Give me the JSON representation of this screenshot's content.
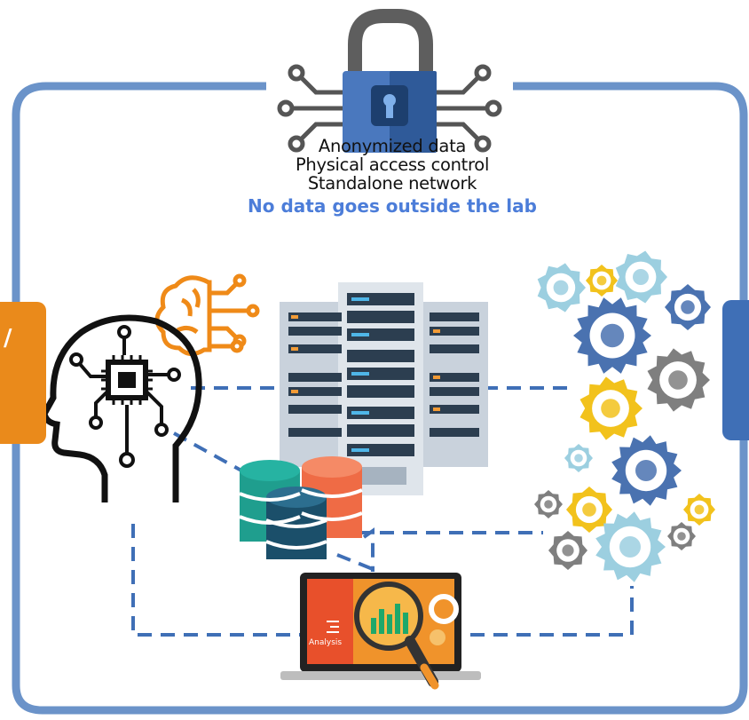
{
  "caption": {
    "lines": [
      "Anonymized data",
      "Physical access control",
      "Standalone network"
    ],
    "emphasis": "No data goes outside the lab"
  },
  "laptop": {
    "label": "Analysis"
  },
  "left_tab": {
    "glyph": "/"
  },
  "colors": {
    "frame": "#6b93c9",
    "dash": "#3f6fb6",
    "orange": "#ea8a1b",
    "blue_tab": "#3f6fb6",
    "emphasis": "#4c7dd9",
    "gear_blue": "#4a72b0",
    "gear_light": "#9ccfe0",
    "gear_yellow": "#f2c21c",
    "gear_gray": "#7f7f7f"
  },
  "icons": [
    "lock-circuit-icon",
    "brain-circuit-icon",
    "ai-head-icon",
    "server-rack-icon",
    "database-icon",
    "analysis-laptop-icon",
    "gear-cluster-icon"
  ]
}
